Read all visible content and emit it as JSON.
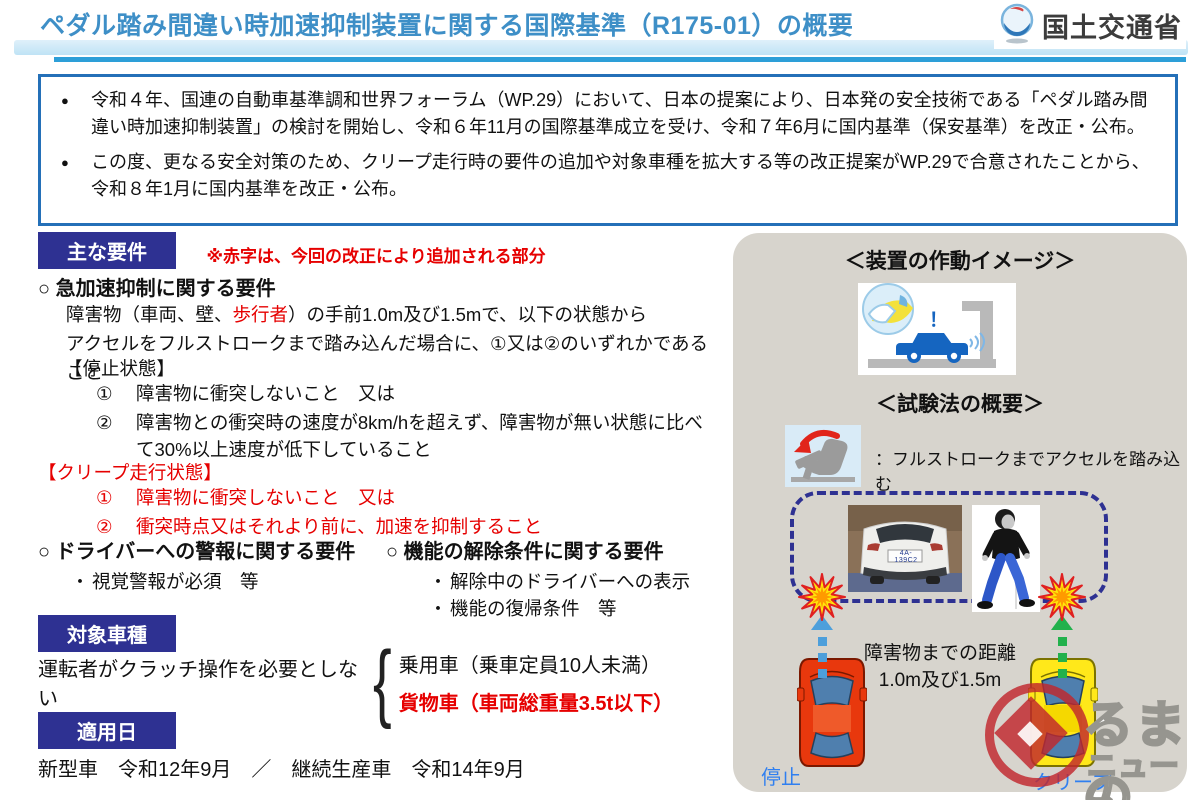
{
  "header": {
    "title": "ペダル踏み間違い時加速抑制装置に関する国際基準（R175-01）の概要",
    "ministry": "国土交通省"
  },
  "summary": {
    "bullet_marker": "●",
    "bullets": [
      "令和４年、国連の自動車基準調和世界フォーラム（WP.29）において、日本の提案により、日本発の安全技術である「ペダル踏み間違い時加速抑制装置」の検討を開始し、令和６年11月の国際基準成立を受け、令和７年6月に国内基準（保安基準）を改正・公布。",
      "この度、更なる安全対策のため、クリープ走行時の要件の追加や対象車種を拡大する等の改正提案がWP.29で合意されたことから、令和８年1月に国内基準を改正・公布。"
    ]
  },
  "req": {
    "badge": "主な要件",
    "note": "※赤字は、今回の改正により追加される部分",
    "marker": "・",
    "accel": {
      "title": "○ 急加速抑制に関する要件",
      "line1_pre": "障害物（車両、壁、",
      "line1_red": "歩行者",
      "line1_post": "）の手前1.0m及び1.5mで、以下の状態から",
      "line2": "アクセルをフルストロークまで踏み込んだ場合に、①又は②のいずれかであること",
      "stopped_heading": "【停止状態】",
      "stopped_items": [
        {
          "num": "①",
          "text": "障害物に衝突しないこと　又は"
        },
        {
          "num": "②",
          "text": "障害物との衝突時の速度が8km/hを超えず、障害物が無い状態に比べて30%以上速度が低下していること"
        }
      ],
      "creep_heading": "【クリープ走行状態】",
      "creep_items": [
        {
          "num": "①",
          "text": "障害物に衝突しないこと　又は"
        },
        {
          "num": "②",
          "text": "衝突時点又はそれより前に、加速を抑制すること"
        }
      ]
    },
    "warning": {
      "title": "○ ドライバーへの警報に関する要件",
      "items": [
        "視覚警報が必須　等"
      ]
    },
    "release": {
      "title": "○ 機能の解除条件に関する要件",
      "items": [
        "解除中のドライバーへの表示",
        "機能の復帰条件　等"
      ]
    }
  },
  "target": {
    "badge": "対象車種",
    "lead": "運転者がクラッチ操作を必要としない",
    "brace": "{",
    "passenger": "乗用車（乗車定員10人未満）",
    "cargo": "貨物車（車両総重量3.5t以下）"
  },
  "apply": {
    "badge": "適用日",
    "text": "新型車　令和12年9月　／　継続生産車　令和14年9月"
  },
  "panel": {
    "device_heading": "＜装置の作動イメージ＞",
    "exclamation": "！",
    "test_heading": "＜試験法の概要＞",
    "pedal_caption": "：フルストロークまでアクセルを踏み込む",
    "license_plate": "4A-139C2",
    "distance_line1": "障害物までの距離",
    "distance_line2": "1.0m及び1.5m",
    "stop_label": "停止",
    "creep_label": "クリープ"
  },
  "watermark": {
    "line1": "るまの",
    "line2": "ニュース"
  },
  "colors": {
    "title_blue": "#3E8FC7",
    "box_border_blue": "#2470B8",
    "badge_navy": "#2E3192",
    "added_red": "#E60000",
    "panel_gray": "#D7D4CD",
    "dashed_navy": "#2E3192",
    "arrow_blue": "#4D9FDB",
    "arrow_green": "#22B14C"
  }
}
